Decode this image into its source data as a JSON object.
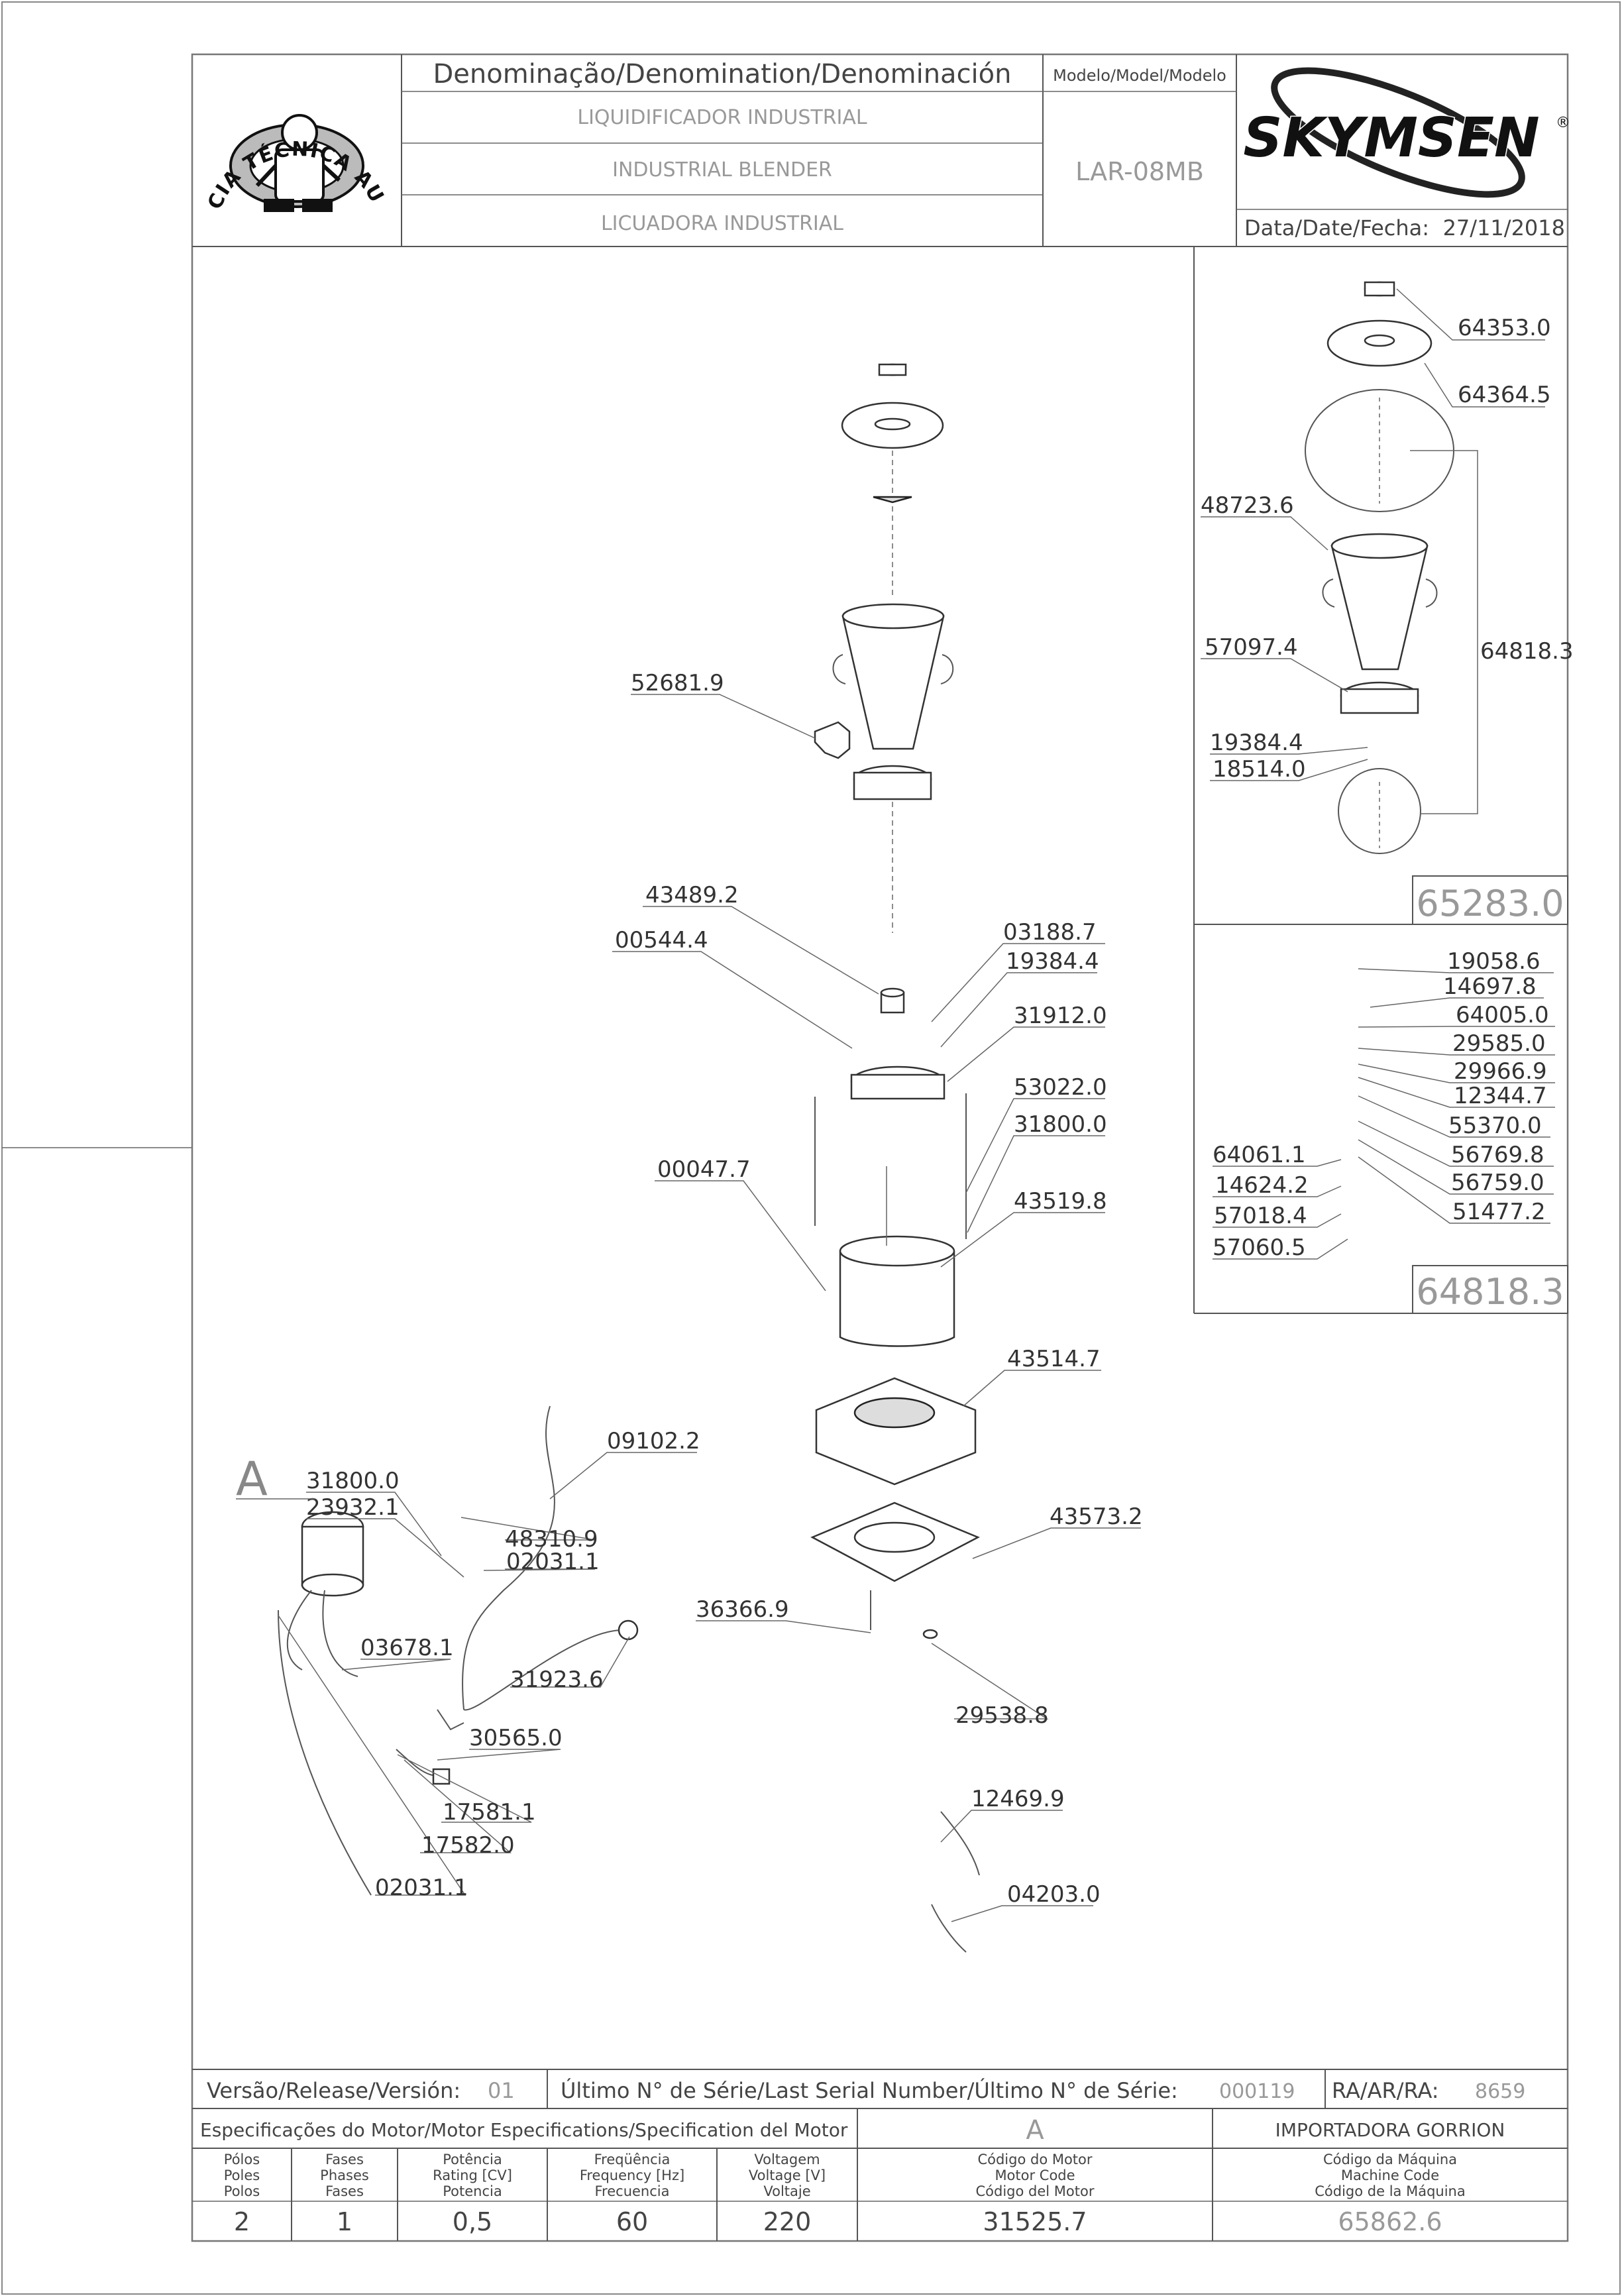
{
  "header": {
    "denomination_title": "Denominação/Denomination/Denominación",
    "names": [
      "LIQUIDIFICADOR INDUSTRIAL",
      "INDUSTRIAL BLENDER",
      "LICUADORA INDUSTRIAL"
    ],
    "model_title": "Modelo/Model/Modelo",
    "model_value": "LAR-08MB",
    "brand": "SKYMSEN",
    "brand_mark": "®",
    "date_label": "Data/Date/Fecha:",
    "date_value": "27/11/2018",
    "seal_text": "ASSISTÊNCIA TÉCNICA AUTORIZADA"
  },
  "sub_assemblies": {
    "jar_assembly_code": "65283.0",
    "blade_assembly_code": "64818.3"
  },
  "jar_labels": [
    "64353.0",
    "64364.5",
    "48723.6",
    "57097.4",
    "64818.3",
    "19384.4",
    "18514.0"
  ],
  "blade_labels": [
    "19058.6",
    "14697.8",
    "64005.0",
    "29585.0",
    "29966.9",
    "12344.7",
    "55370.0",
    "56769.8",
    "56759.0",
    "51477.2",
    "64061.1",
    "14624.2",
    "57018.4",
    "57060.5"
  ],
  "main_labels": [
    "52681.9",
    "43489.2",
    "00544.4",
    "03188.7",
    "19384.4",
    "31912.0",
    "53022.0",
    "31800.0",
    "00047.7",
    "43519.8",
    "43514.7",
    "43573.2",
    "36366.9",
    "29538.8",
    "12469.9",
    "04203.0"
  ],
  "wiring_labels": [
    "31800.0",
    "23932.1",
    "09102.2",
    "48310.9",
    "02031.1",
    "03678.1",
    "31923.6",
    "30565.0",
    "17581.1",
    "17582.0",
    "02031.1"
  ],
  "motor_letter": "A",
  "footer": {
    "version_label": "Versão/Release/Versión:",
    "version_value": "01",
    "serial_label": "Último N° de Série/Last Serial Number/Último N° de Série:",
    "serial_value": "000119",
    "ra_label": "RA/AR/RA:",
    "ra_value": "8659",
    "motor_spec_title": "Especificações do Motor/Motor Especifications/Specification del Motor",
    "motor_letter": "A",
    "importer": "IMPORTADORA GORRION",
    "columns": [
      {
        "label": [
          "Pólos",
          "Poles",
          "Polos"
        ],
        "value": "2"
      },
      {
        "label": [
          "Fases",
          "Phases",
          "Fases"
        ],
        "value": "1"
      },
      {
        "label": [
          "Potência",
          "Rating [CV]",
          "Potencia"
        ],
        "value": "0,5"
      },
      {
        "label": [
          "Freqüência",
          "Frequency [Hz]",
          "Frecuencia"
        ],
        "value": "60"
      },
      {
        "label": [
          "Voltagem",
          "Voltage [V]",
          "Voltaje"
        ],
        "value": "220"
      },
      {
        "label": [
          "Código do Motor",
          "Motor Code",
          "Código del Motor"
        ],
        "value": "31525.7"
      },
      {
        "label": [
          "Código da Máquina",
          "Machine Code",
          "Código de la Máquina"
        ],
        "value": "65862.6"
      }
    ]
  }
}
